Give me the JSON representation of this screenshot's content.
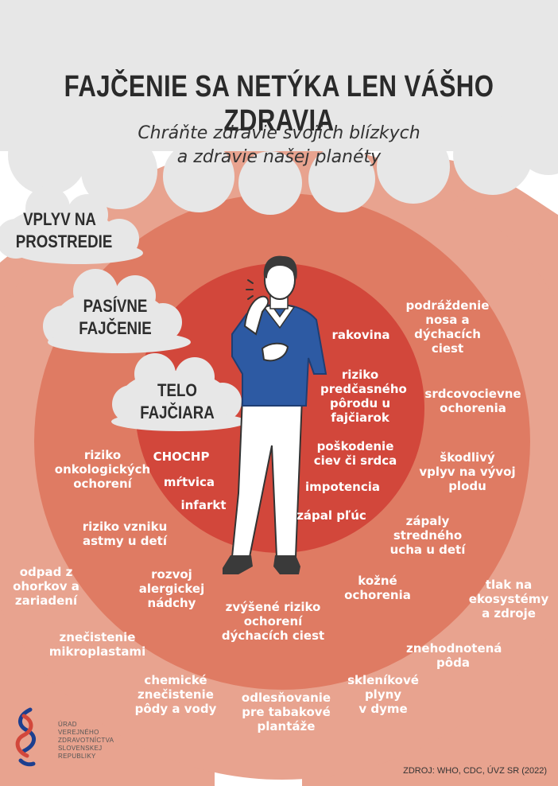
{
  "title": "FAJČENIE SA NETÝKA LEN VÁŠHO ZDRAVIA",
  "subtitle": [
    "Chráňte zdravie svojich blízkych",
    "a zdravie našej planéty"
  ],
  "clouds": {
    "environment": [
      "VPLYV NA",
      "PROSTREDIE"
    ],
    "passive": [
      "PASÍVNE",
      "FAJČENIE"
    ],
    "smoker": [
      "TELO",
      "FAJČIARA"
    ]
  },
  "inner_ring": {
    "chochp": [
      "CHOCHP"
    ],
    "mrtvica": [
      "mŕtvica"
    ],
    "infarkt": [
      "infarkt"
    ],
    "rakovina": [
      "rakovina"
    ],
    "predcasny_porod": [
      "riziko",
      "predčasného",
      "pôrodu u",
      "fajčiarok"
    ],
    "poskodenie_ciev": [
      "poškodenie",
      "ciev či srdca"
    ],
    "impotencia": [
      "impotencia"
    ],
    "zapal_pluc": [
      "zápal pľúc"
    ]
  },
  "middle_ring": {
    "podrazdenie": [
      "podráždenie",
      "nosa a",
      "dýchacích",
      "ciest"
    ],
    "srdcovocievne": [
      "srdcovocievne",
      "ochorenia"
    ],
    "vyvoj_plodu": [
      "škodlivý",
      "vplyv na vývoj",
      "plodu"
    ],
    "zapaly_ucha": [
      "zápaly",
      "stredného",
      "ucha u detí"
    ],
    "kozne": [
      "kožné",
      "ochorenia"
    ],
    "dychacie_cesty": [
      "zvýšené riziko",
      "ochorení",
      "dýchacích ciest"
    ],
    "alergicka_nadcha": [
      "rozvoj",
      "alergickej",
      "nádchy"
    ],
    "astma": [
      "riziko vzniku",
      "astmy u detí"
    ],
    "onkologicke": [
      "riziko",
      "onkologických",
      "ochorení"
    ]
  },
  "outer_ring": {
    "odpad": [
      "odpad z",
      "ohorkov a",
      "zariadení"
    ],
    "mikroplasty": [
      "znečistenie",
      "mikroplastami"
    ],
    "chemicke": [
      "chemické",
      "znečistenie",
      "pôdy a vody"
    ],
    "odlesnovanie": [
      "odlesňovanie",
      "pre tabakové",
      "plantáže"
    ],
    "sklenikove": [
      "skleníkové",
      "plyny",
      "v dyme"
    ],
    "poda": [
      "znehodnotená",
      "pôda"
    ],
    "ekosystemy": [
      "tlak na",
      "ekosystémy",
      "a zdroje"
    ]
  },
  "logo": [
    "ÚRAD",
    "VEREJNÉHO",
    "ZDRAVOTNÍCTVA",
    "SLOVENSKEJ",
    "REPUBLIKY"
  ],
  "source": "ZDROJ: WHO, CDC, ÚVZ SR (2022)",
  "colors": {
    "outer_ring": "#e8a38f",
    "middle_ring": "#df7b63",
    "inner_ring": "#d2473b",
    "cloud": "#e7e7e7",
    "sweater": "#2d5aa3",
    "logo_blue": "#1d3f8f",
    "logo_red": "#d2473b"
  }
}
